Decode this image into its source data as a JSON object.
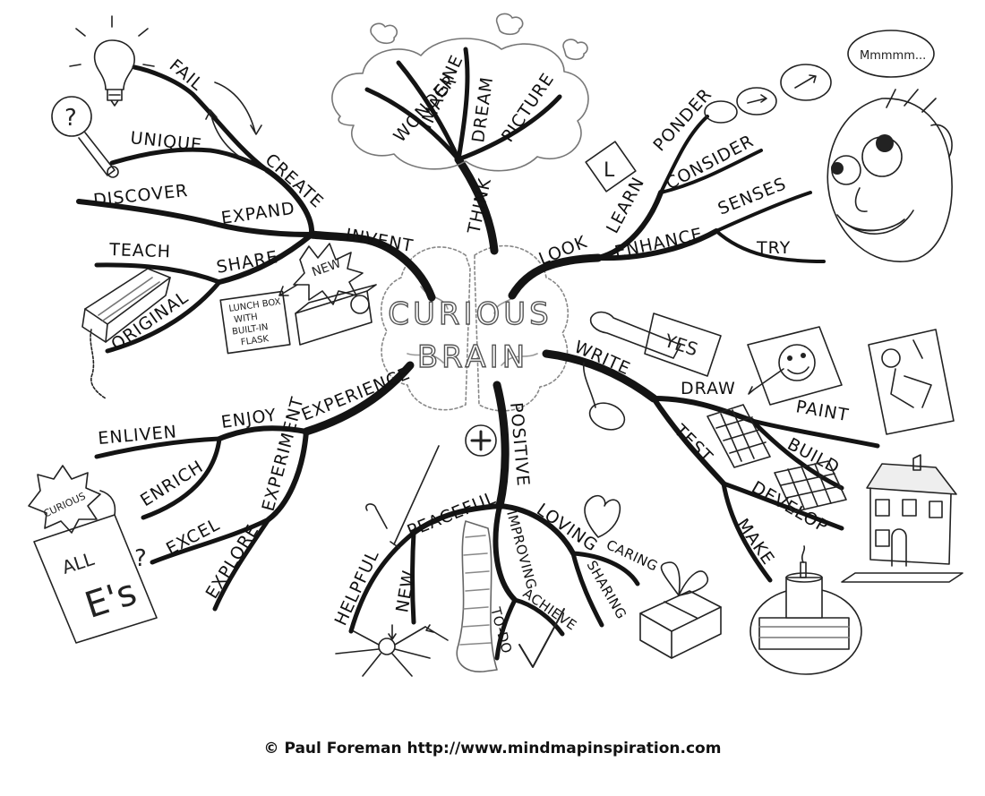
{
  "center": {
    "line1": "CURIOUS",
    "line2": "BRAIN"
  },
  "branches": {
    "think": {
      "label": "THINK",
      "children": [
        "IMAGINE",
        "WONDER",
        "DREAM",
        "PICTURE"
      ]
    },
    "look": {
      "label": "LOOK",
      "children": [
        "LEARN",
        "PONDER",
        "CONSIDER",
        "ENHANCE",
        "SENSES",
        "TRY"
      ]
    },
    "invent": {
      "label": "INVENT",
      "children": [
        "CREATE",
        "FAIL",
        "UNIQUE",
        "EXPAND",
        "DISCOVER",
        "SHARE",
        "TEACH",
        "ORIGINAL"
      ]
    },
    "experience": {
      "label": "EXPERIENCE",
      "children": [
        "ENJOY",
        "ENLIVEN",
        "ENRICH",
        "EXPERIMENT",
        "EXCEL",
        "EXPLORE"
      ]
    },
    "write": {
      "label": "WRITE",
      "children": [
        "DRAW",
        "PAINT",
        "BUILD",
        "TEST",
        "DEVELOP",
        "MAKE"
      ]
    },
    "positive": {
      "label": "POSITIVE",
      "children": [
        "PEACEFUL",
        "HELPFUL",
        "NEW",
        "IMPROVING",
        "TO-DO",
        "ACHIEVE",
        "LOVING",
        "CARING",
        "SHARING"
      ]
    }
  },
  "doodles": {
    "new_burst": "NEW",
    "lunchbox_note": [
      "LUNCH BOX",
      "WITH",
      "BUILT-IN",
      "FLASK"
    ],
    "yes_flag": "YES",
    "curious_burst": "CURIOUS",
    "all_es_card": [
      "ALL",
      "E's"
    ],
    "thought_bubble": "Mmmmm...",
    "learner_plate": "L"
  },
  "credit": "© Paul Foreman http://www.mindmapinspiration.com"
}
